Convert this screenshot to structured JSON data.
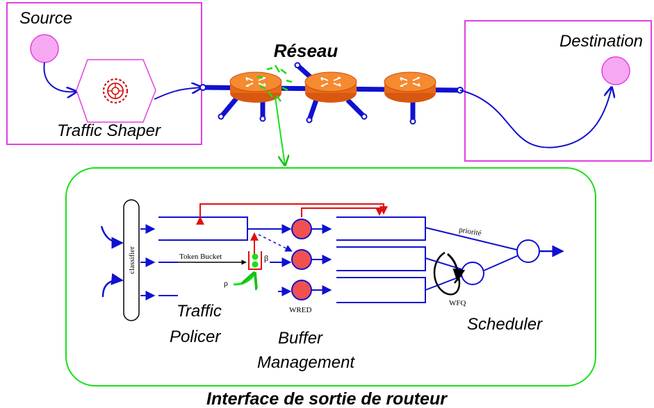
{
  "labels": {
    "source": "Source",
    "traffic_shaper": "Traffic Shaper",
    "reseau": "Réseau",
    "destination": "Destination",
    "classifier": "classifier",
    "token_bucket": "Token Bucket",
    "beta": "β",
    "rho": "ρ",
    "wred": "WRED",
    "priorite": "priorité",
    "wfq": "WFQ",
    "traffic_policer_line1": "Traffic",
    "traffic_policer_line2": "Policer",
    "buffer_management_line1": "Buffer",
    "buffer_management_line2": "Management",
    "scheduler": "Scheduler",
    "interface_title": "Interface de sortie de routeur"
  },
  "colors": {
    "magenta_box": "#e040e0",
    "pink_node": "#f7a8f2",
    "blue_link": "#1010d0",
    "router_orange": "#f07020",
    "green": "#18e018",
    "red": "#e01010",
    "gear_red": "#d01010"
  },
  "icons": {
    "router": "router-icon",
    "gear": "gear-icon"
  }
}
